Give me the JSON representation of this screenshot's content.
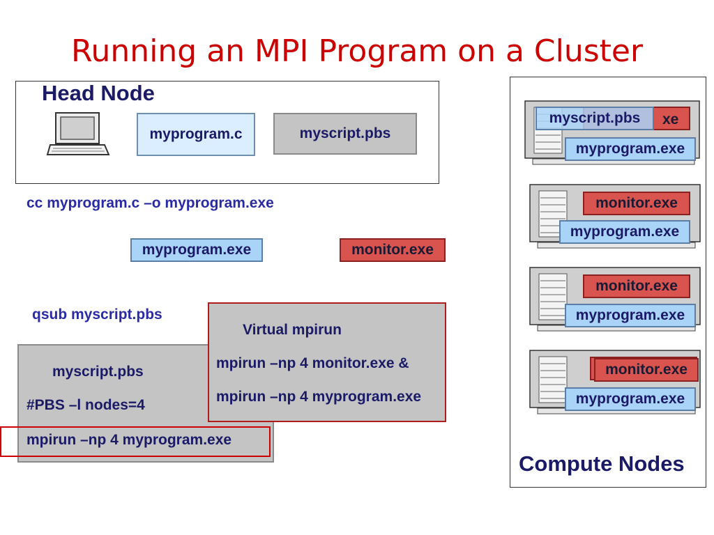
{
  "title": "Running an MPI Program on a Cluster",
  "head_node": {
    "label": "Head Node",
    "source_file": "myprogram.c",
    "script_file": "myscript.pbs"
  },
  "compile_cmd": "cc myprogram.c –o myprogram.exe",
  "outputs": {
    "program_exe": "myprogram.exe",
    "monitor_exe": "monitor.exe"
  },
  "qsub_cmd": "qsub myscript.pbs",
  "script_box": {
    "title": "myscript.pbs",
    "line1": "#PBS –l nodes=4",
    "line2": "mpirun –np 4 myprogram.exe"
  },
  "virtual_box": {
    "title": "Virtual mpirun",
    "line1": "mpirun –np 4 monitor.exe &",
    "line2": "mpirun –np 4 myprogram.exe"
  },
  "compute_nodes": {
    "label": "Compute Nodes",
    "node1": {
      "top_chip": "myscript.pbs",
      "hidden_suffix": "xe",
      "program": "myprogram.exe"
    },
    "node2": {
      "monitor": "monitor.exe",
      "program": "myprogram.exe"
    },
    "node3": {
      "monitor": "monitor.exe",
      "program": "myprogram.exe"
    },
    "node4": {
      "monitor": "monitor.exe",
      "program": "myprogram.exe"
    }
  },
  "colors": {
    "title": "#cc0000",
    "text": "#1a1a66",
    "program_chip": "#a9d3f7",
    "monitor_chip": "#d9534f",
    "script_box": "#c4c4c4",
    "highlight_border": "#cc0000"
  }
}
